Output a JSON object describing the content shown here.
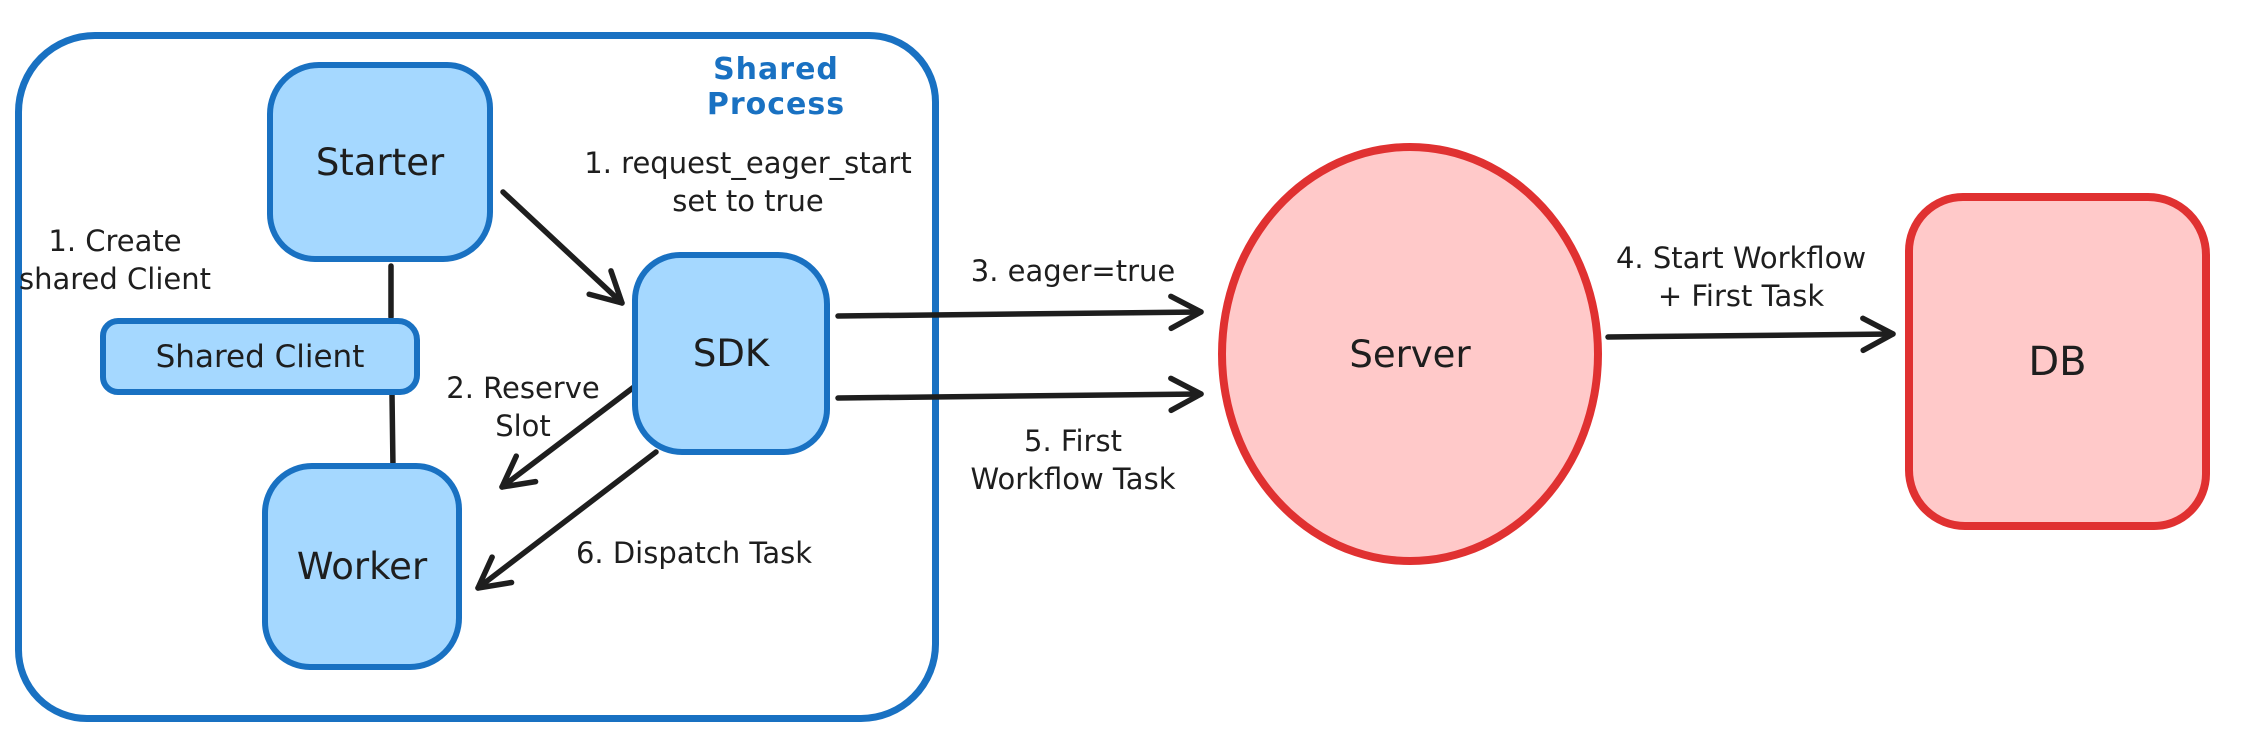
{
  "container": {
    "label": "Shared Process"
  },
  "nodes": {
    "starter": {
      "label": "Starter"
    },
    "shared_client": {
      "label": "Shared Client"
    },
    "worker": {
      "label": "Worker"
    },
    "sdk": {
      "label": "SDK"
    },
    "server": {
      "label": "Server"
    },
    "db": {
      "label": "DB"
    }
  },
  "annotations": {
    "create_shared_client": {
      "line1": "1. Create",
      "line2": "shared Client"
    },
    "request_eager_start": {
      "line1": "1. request_eager_start",
      "line2": "set to true"
    },
    "reserve_slot": {
      "line1": "2. Reserve",
      "line2": "Slot"
    },
    "dispatch_task": {
      "label": "6. Dispatch Task"
    },
    "eager_true": {
      "label": "3. eager=true"
    },
    "first_workflow_task": {
      "line1": "5. First",
      "line2": "Workflow Task"
    },
    "start_workflow_first_task": {
      "line1": "4. Start Workflow",
      "line2": "+ First Task"
    }
  },
  "edges": [
    {
      "from": "starter",
      "to": "shared_client",
      "style": "plain-line"
    },
    {
      "from": "shared_client",
      "to": "worker",
      "style": "plain-line"
    },
    {
      "from": "starter",
      "to": "sdk",
      "label": "1. request_eager_start set to true"
    },
    {
      "from": "sdk",
      "to": "worker",
      "label": "2. Reserve Slot"
    },
    {
      "from": "sdk",
      "to": "worker",
      "label": "6. Dispatch Task"
    },
    {
      "from": "sdk",
      "to": "server",
      "label": "3. eager=true"
    },
    {
      "from": "sdk",
      "to": "server",
      "label": "5. First Workflow Task"
    },
    {
      "from": "server",
      "to": "db",
      "label": "4. Start Workflow + First Task"
    }
  ],
  "colors": {
    "blue_stroke": "#1971c2",
    "blue_fill": "#a5d8ff",
    "red_stroke": "#e03131",
    "red_fill": "#ffc9c9",
    "ink": "#1e1e1e",
    "background": "#ffffff"
  }
}
